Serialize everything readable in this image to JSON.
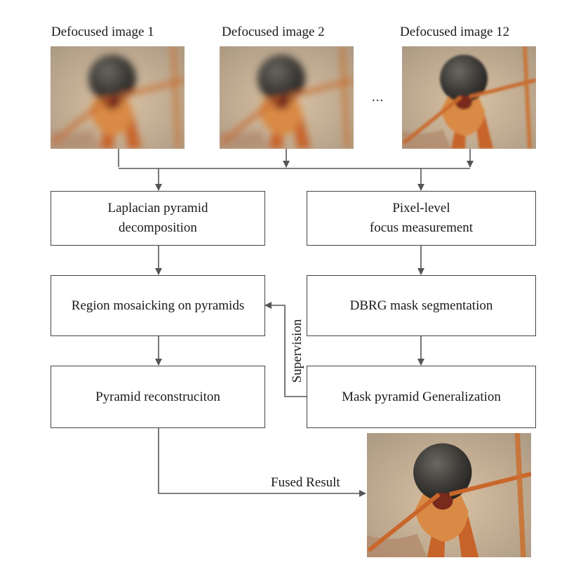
{
  "inputs": [
    {
      "label": "Defocused image 1",
      "blur": 5
    },
    {
      "label": "Defocused image 2",
      "blur": 5
    },
    {
      "label": "Defocused image 12",
      "blur": 1.5
    }
  ],
  "ellipsis": "...",
  "left_column": {
    "step1_line1": "Laplacian pyramid",
    "step1_line2": "decomposition",
    "step2": "Region mosaicking on pyramids",
    "step3": "Pyramid reconstruciton"
  },
  "right_column": {
    "step1_line1": "Pixel-level",
    "step1_line2": "focus measurement",
    "step2": "DBRG mask segmentation",
    "step3": "Mask pyramid Generalization"
  },
  "supervision_label": "Supervision",
  "output_label": "Fused Result",
  "colors": {
    "line": "#555555",
    "box_border": "#444444",
    "bg_warm": "#b8a48c",
    "head": "#3c3a36",
    "leg": "#c8632a"
  }
}
